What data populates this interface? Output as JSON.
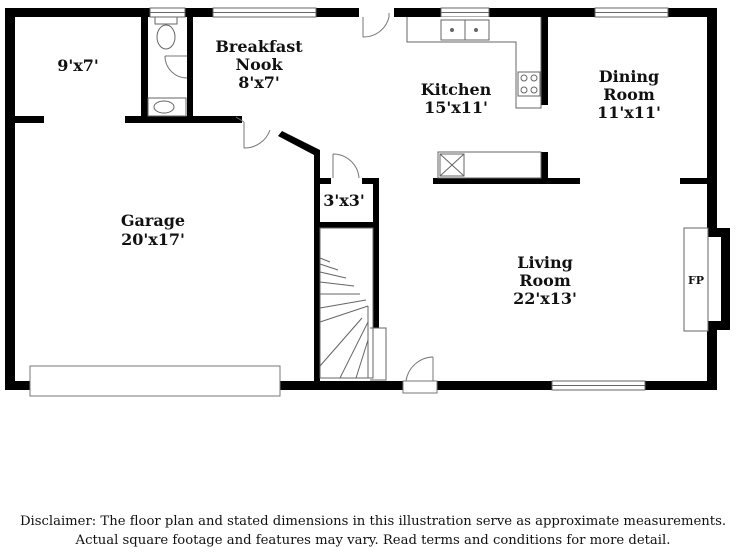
{
  "rooms": {
    "nine_by_seven": {
      "dims": "9'x7'"
    },
    "breakfast_nook": {
      "name_line1": "Breakfast",
      "name_line2": "Nook",
      "dims": "8'x7'"
    },
    "kitchen": {
      "name": "Kitchen",
      "dims": "15'x11'"
    },
    "dining_room": {
      "name_line1": "Dining",
      "name_line2": "Room",
      "dims": "11'x11'"
    },
    "garage": {
      "name": "Garage",
      "dims": "20'x17'"
    },
    "closet": {
      "dims": "3'x3'"
    },
    "living_room": {
      "name_line1": "Living",
      "name_line2": "Room",
      "dims": "22'x13'"
    },
    "fireplace": {
      "label": "FP"
    }
  },
  "disclaimer": {
    "line1": "Disclaimer: The floor plan and stated dimensions in this illustration serve as approximate measurements.",
    "line2": "Actual square footage and features may vary. Read terms and conditions for more detail."
  },
  "colors": {
    "wall": "#000000",
    "fixture": "#777777",
    "background": "#ffffff"
  }
}
